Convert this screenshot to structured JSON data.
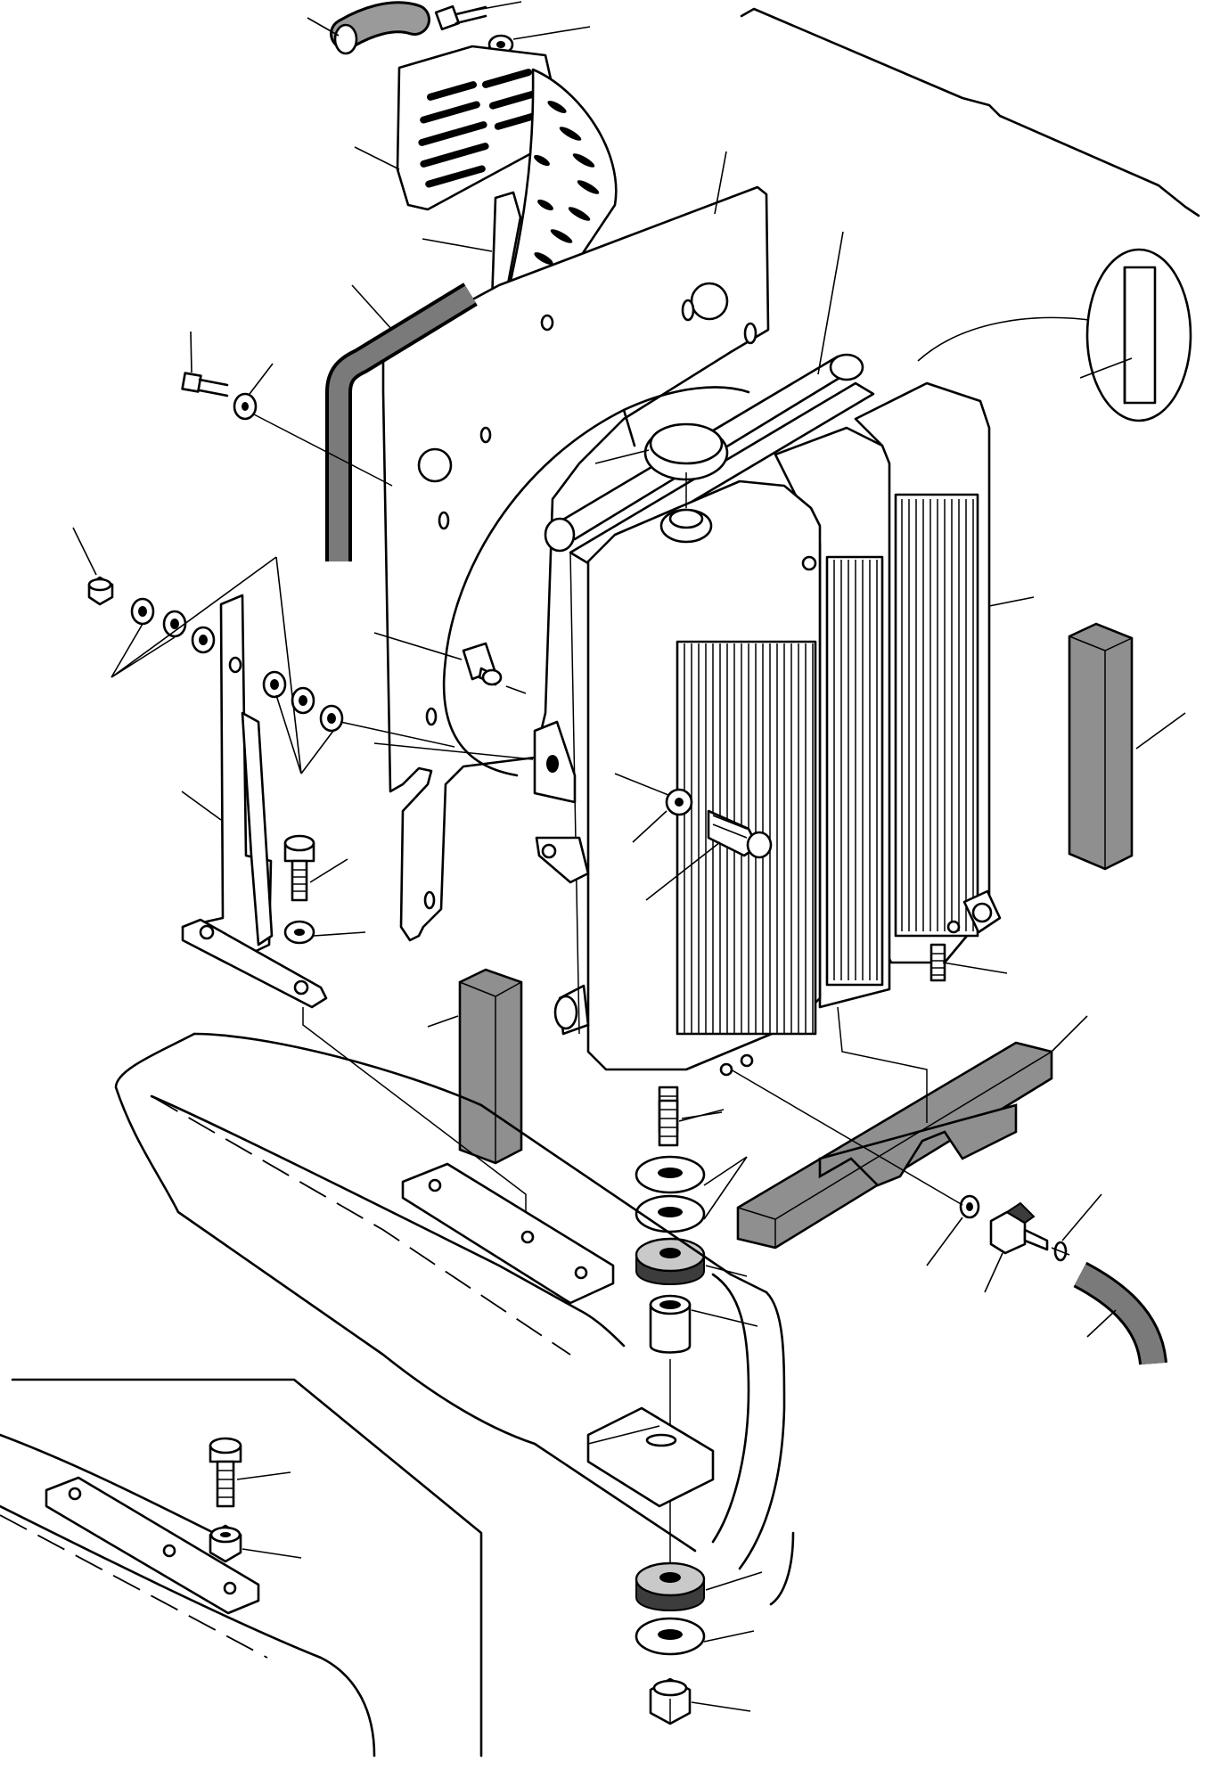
{
  "figure": {
    "type": "exploded-parts-diagram",
    "subject": "radiator-assembly",
    "colors": {
      "line": "#000000",
      "background": "#ffffff",
      "foam": "#8f8f8f",
      "rubber": "#6e6e6e"
    }
  },
  "callouts": [],
  "parts": [
    "upper-hose",
    "top-bolt",
    "top-washer",
    "grille-plate",
    "seal-strip",
    "vertical-seal",
    "fan-shroud",
    "shroud-bolt",
    "shroud-washer",
    "fan-ring",
    "radiator-cap",
    "radiator-core",
    "oil-cooler",
    "side-foam-block-right",
    "side-foam-block-left",
    "bottom-foam-block",
    "mount-stud",
    "upper-washers",
    "rubber-mount-upper",
    "sleeve",
    "rubber-mount-lower",
    "lower-washer",
    "lock-nut",
    "drain-washer",
    "drain-valve",
    "hose-clamp",
    "drain-hose",
    "support-bracket",
    "bracket-nuts",
    "bracket-washers",
    "bracket-bolt",
    "bracket-washer",
    "detail-bolt",
    "detail-spacer",
    "frame-outline",
    "inset-panel",
    "detail-circle-seal"
  ]
}
